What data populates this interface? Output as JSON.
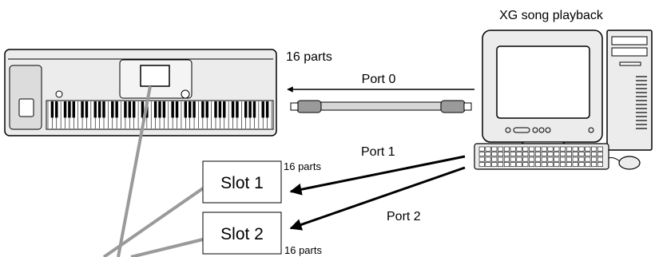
{
  "title": "XG song playback",
  "keyboard_parts_label": "16 parts",
  "cable_port_label": "Port 0",
  "port1_label": "Port 1",
  "port2_label": "Port 2",
  "slot1_label": "Slot 1",
  "slot1_parts_label": "16 parts",
  "slot2_label": "Slot 2",
  "slot2_parts_label": "16 parts",
  "colors": {
    "line": "#000000",
    "connector": "#9a9a9a",
    "cable": "#d6d6d6",
    "device_fill": "#e9e9e9",
    "screen": "#ffffff"
  }
}
